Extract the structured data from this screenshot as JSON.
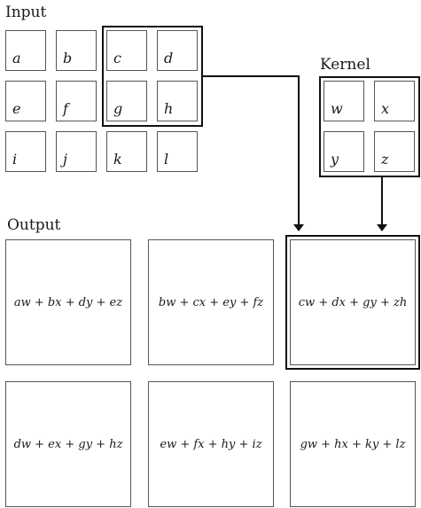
{
  "input": {
    "title": "Input",
    "cells": [
      "a",
      "b",
      "c",
      "d",
      "e",
      "f",
      "g",
      "h",
      "i",
      "j",
      "k",
      "l"
    ]
  },
  "kernel": {
    "title": "Kernel",
    "cells": [
      "w",
      "x",
      "y",
      "z"
    ]
  },
  "output": {
    "title": "Output",
    "cells": [
      "aw + bx + dy + ez",
      "bw + cx + ey + fz",
      "cw + dx + gy + zh",
      "dw + ex + gy + hz",
      "ew + fx + hy + iz",
      "gw + hx + ky + lz"
    ]
  }
}
